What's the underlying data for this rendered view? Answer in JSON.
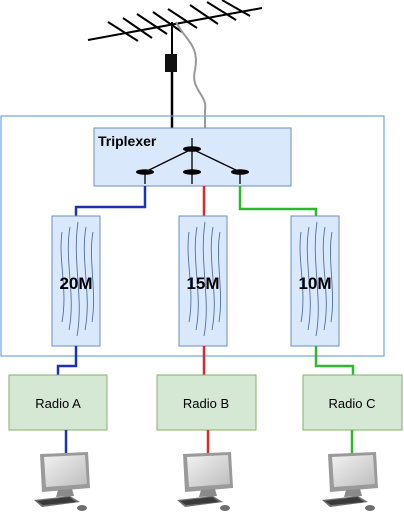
{
  "triplexer": {
    "label": "Triplexer"
  },
  "filters": [
    {
      "label": "20M",
      "color": "#1a33b3"
    },
    {
      "label": "15M",
      "color": "#d92b2b"
    },
    {
      "label": "10M",
      "color": "#2eb82e"
    }
  ],
  "radios": [
    {
      "label": "Radio A"
    },
    {
      "label": "Radio B"
    },
    {
      "label": "Radio C"
    }
  ],
  "colors": {
    "enclosure_border": "#6fa8dc",
    "box_fill": "#dae8fc",
    "box_border": "#6c8ebf",
    "radio_fill": "#d5e8d4",
    "radio_border": "#82b366",
    "feed_line": "#000000",
    "coax": "#999999"
  }
}
